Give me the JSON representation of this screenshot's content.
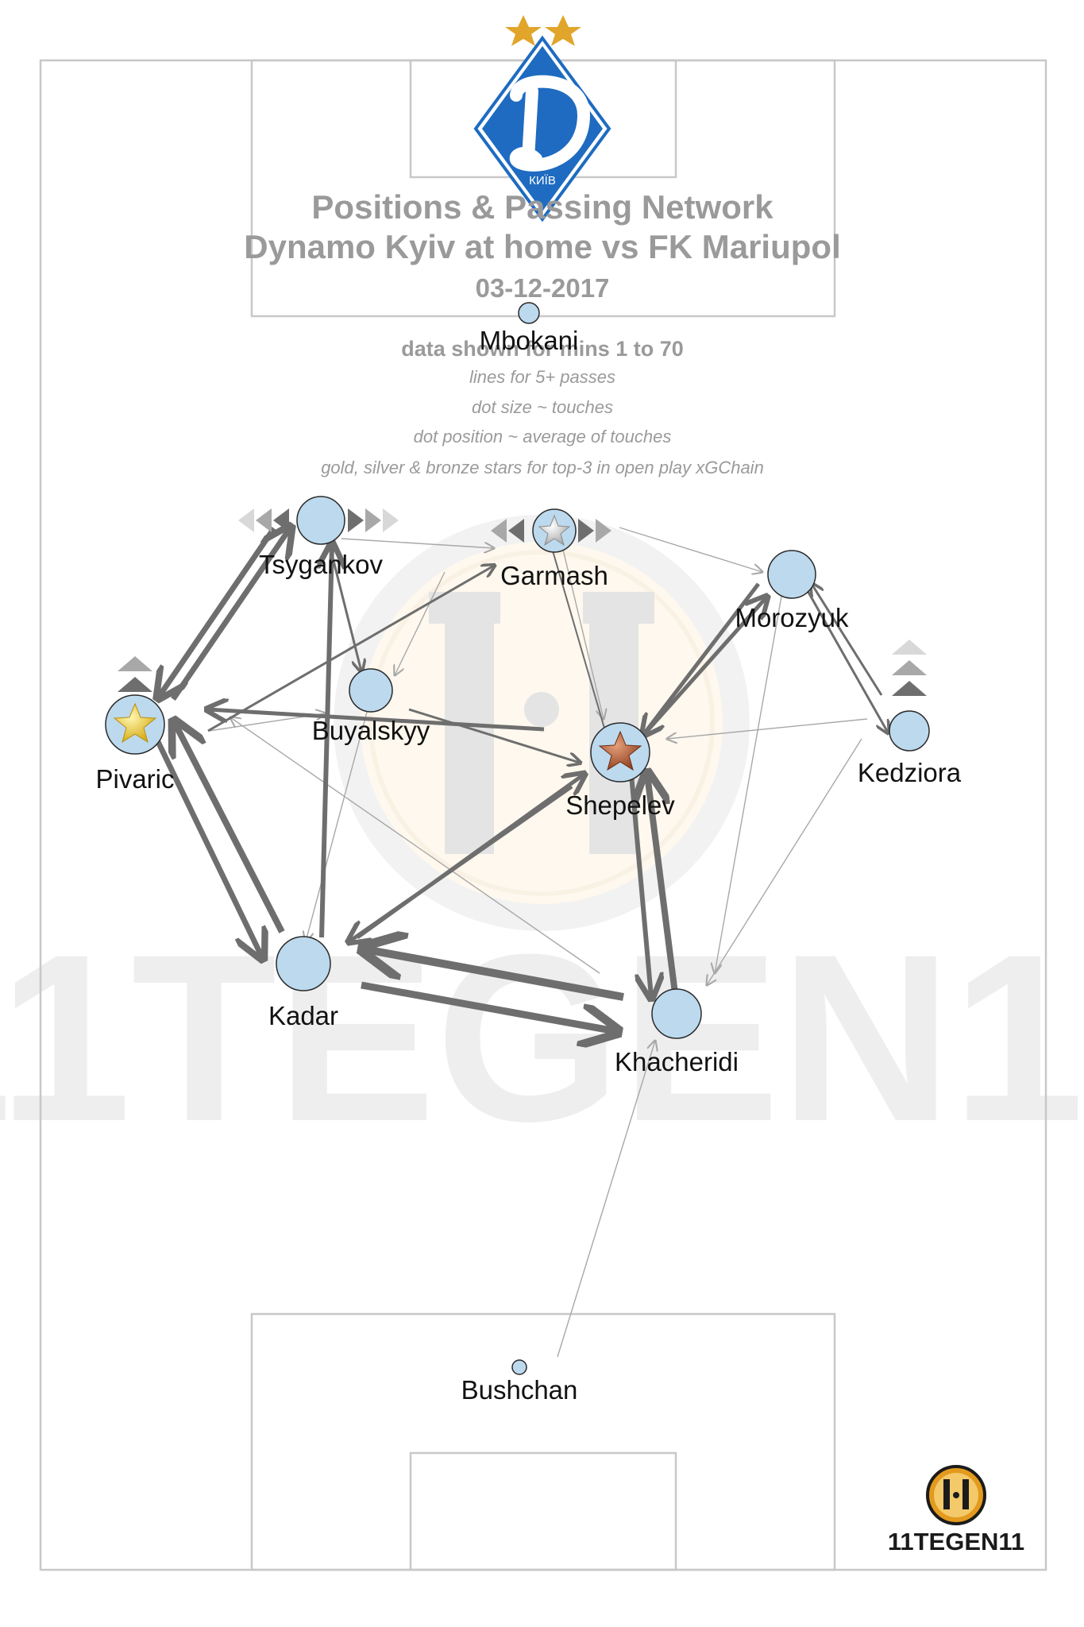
{
  "header": {
    "title_line1": "Positions & Passing Network",
    "title_line2": "Dynamo Kyiv at home vs FK Mariupol",
    "date": "03-12-2017"
  },
  "notes": {
    "minutes": "data shown for mins 1 to 70",
    "lines": "lines for 5+ passes",
    "dot_size": "dot size ~ touches",
    "dot_position": "dot position ~ average of touches",
    "stars": "gold, silver & bronze stars for top-3 in open play xGChain"
  },
  "club_logo": {
    "text": "КИЇВ",
    "stars": 2,
    "color": "#1e6bc1"
  },
  "watermark": {
    "text": "11TEGEN11"
  },
  "brand_logo": {
    "text": "11TEGEN11",
    "icon": "11tegen11-logo-icon"
  },
  "colors": {
    "node_fill": "#bcd9ee",
    "edge": "#6e6e6e",
    "edge_light": "#a8a8a8",
    "gold": "#e8c21f",
    "silver": "#c9c9c9",
    "bronze": "#b5653a",
    "pitch_line": "#c8c8c8"
  },
  "players": [
    {
      "name": "Mbokani",
      "star": null
    },
    {
      "name": "Tsygankov",
      "star": null
    },
    {
      "name": "Garmash",
      "star": "silver"
    },
    {
      "name": "Morozyuk",
      "star": null
    },
    {
      "name": "Buyalskyy",
      "star": null
    },
    {
      "name": "Pivaric",
      "star": "gold"
    },
    {
      "name": "Shepelev",
      "star": "bronze"
    },
    {
      "name": "Kedziora",
      "star": null
    },
    {
      "name": "Kadar",
      "star": null
    },
    {
      "name": "Khacheridi",
      "star": null
    },
    {
      "name": "Bushchan",
      "star": null
    }
  ]
}
